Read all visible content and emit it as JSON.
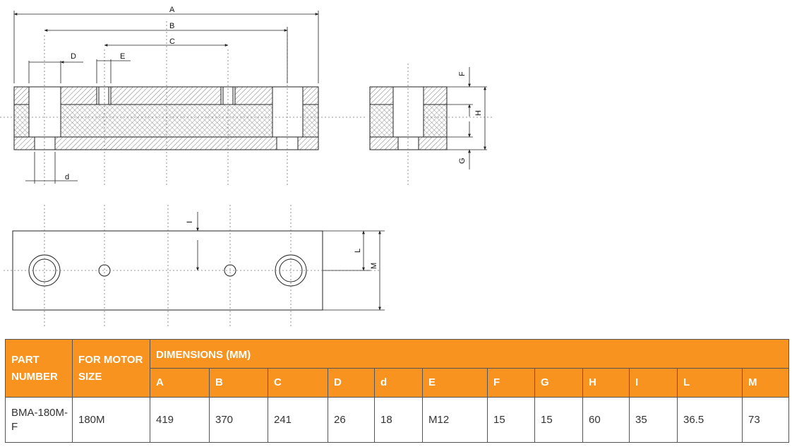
{
  "drawing": {
    "dimension_labels": {
      "A": "A",
      "B": "B",
      "C": "C",
      "D": "D",
      "E": "E",
      "d": "d",
      "F": "F",
      "H": "H",
      "G": "G",
      "I": "I",
      "L": "L",
      "M": "M"
    },
    "colors": {
      "line": "#222222",
      "hatch": "#555555"
    }
  },
  "table": {
    "header": {
      "part_number": "PART NUMBER",
      "motor_size": "FOR MOTOR SIZE",
      "dimensions": "DIMENSIONS (MM)"
    },
    "columns": [
      "A",
      "B",
      "C",
      "D",
      "d",
      "E",
      "F",
      "G",
      "H",
      "I",
      "L",
      "M"
    ],
    "rows": [
      {
        "part_number": "BMA-180M-F",
        "motor_size": "180M",
        "values": [
          "419",
          "370",
          "241",
          "26",
          "18",
          "M12",
          "15",
          "15",
          "60",
          "35",
          "36.5",
          "73"
        ]
      }
    ],
    "colors": {
      "header_bg": "#f7931e",
      "header_text": "#ffffff",
      "border": "#555555"
    }
  }
}
